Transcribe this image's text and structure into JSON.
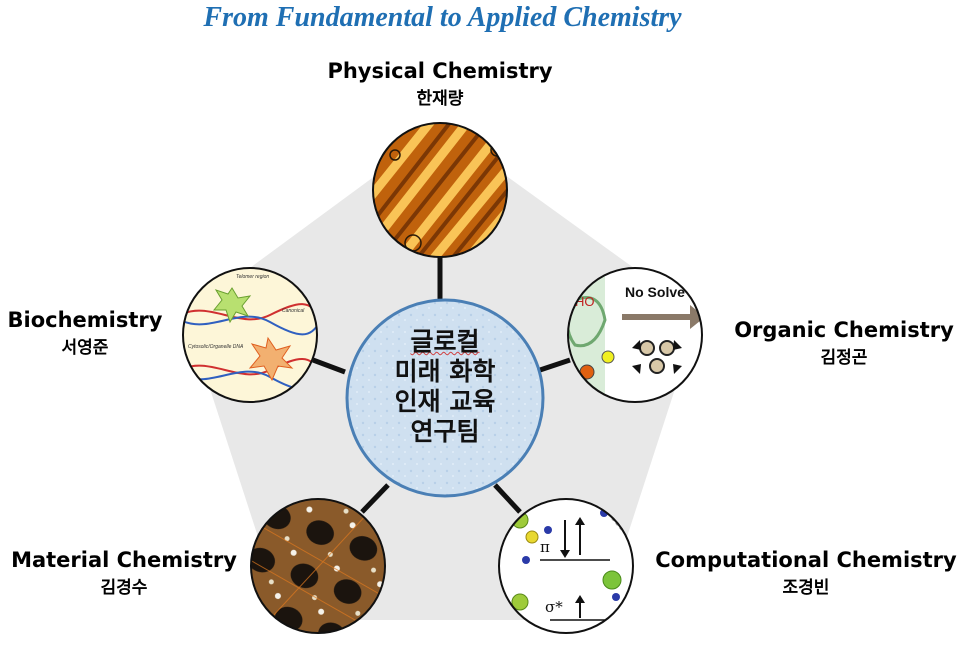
{
  "title": "From Fundamental to Applied Chemistry",
  "center": {
    "lines": [
      "글로컬",
      "미래 화학",
      "인재 교육",
      "연구팀"
    ]
  },
  "branches": [
    {
      "key": "physical",
      "name": "Physical Chemistry",
      "person": "한재량"
    },
    {
      "key": "organic",
      "name": "Organic Chemistry",
      "person": "김정곤"
    },
    {
      "key": "computational",
      "name": "Computational Chemistry",
      "person": "조경빈"
    },
    {
      "key": "material",
      "name": "Material Chemistry",
      "person": "김경수"
    },
    {
      "key": "biochemistry",
      "name": "Biochemistry",
      "person": "서영준"
    }
  ],
  "image_text": {
    "organic_banner": "No Solve",
    "organic_mark": "HO",
    "computational_pi": "π",
    "computational_sigma": "σ*",
    "bio_labels": [
      "Telomer region",
      "Cytosolic/Organelle DNA",
      "Canonical"
    ]
  },
  "colors": {
    "title": "#1f6fb3",
    "pentagon": "#e8e8e8",
    "center_fill": "#cfe0f0",
    "center_stroke": "#4a7fb5",
    "connector": "#111111"
  }
}
